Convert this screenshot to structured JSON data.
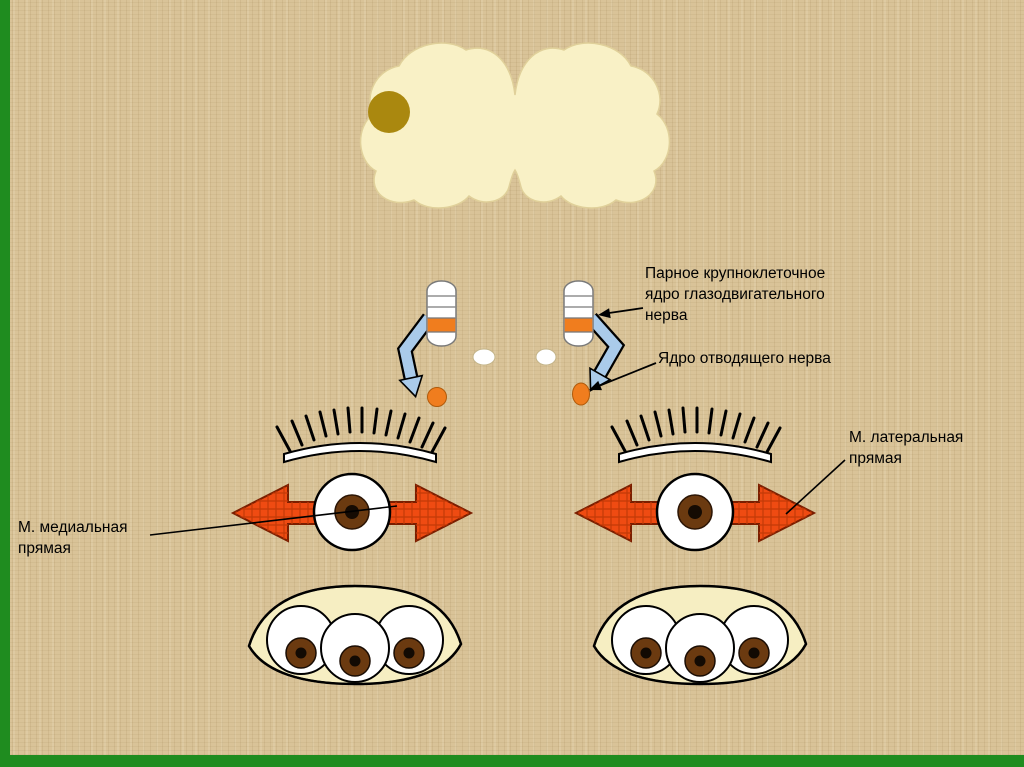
{
  "slide": {
    "labels": {
      "oculomotor_nucleus": [
        "Парное крупноклеточное",
        "ядро глазодвигательного",
        "нерва"
      ],
      "abducens_nucleus": "Ядро отводящего нерва",
      "lateral_rectus": [
        "М. латеральная",
        "прямая"
      ],
      "medial_rectus": [
        "М. медиальная",
        "прямая"
      ]
    },
    "colors": {
      "background": "#d9c398",
      "border_green": "#1f8c1f",
      "brain_cream": "#f9f1c6",
      "olive_spot": "#aa880f",
      "nucleus_orange": "#f07d1e",
      "arrow_blue": "#aacbea",
      "muscle_red": "#ef4b12",
      "iris_brown": "#6b3a10",
      "eyelid_cream": "#f6eec2"
    }
  }
}
